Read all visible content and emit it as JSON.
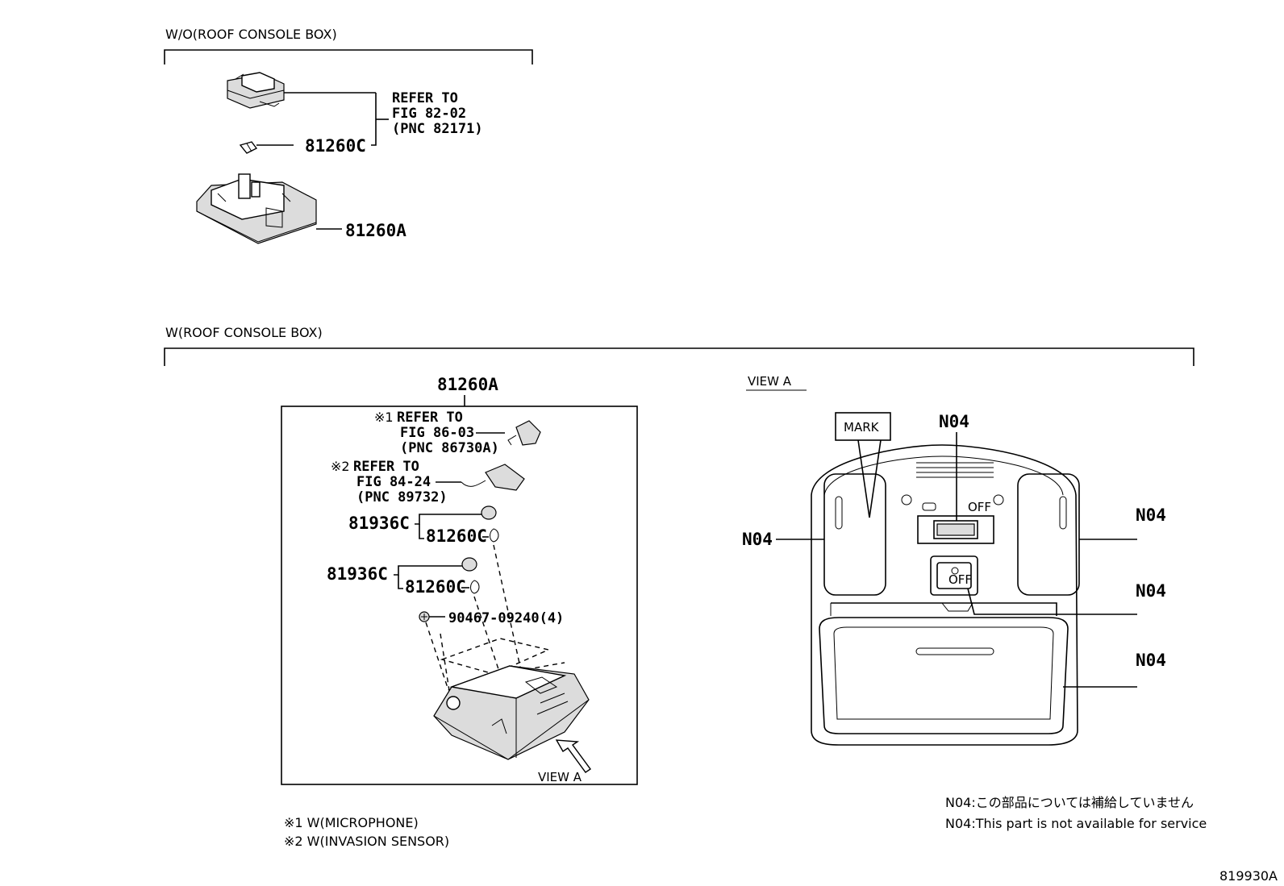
{
  "sections": {
    "wo": {
      "header": "W/O(ROOF CONSOLE BOX)",
      "refer": [
        "REFER TO",
        "FIG 82-02",
        "(PNC 82171)"
      ],
      "bulb_part": "81260C",
      "lamp_part": "81260A"
    },
    "w": {
      "header": "W(ROOF CONSOLE BOX)",
      "assembly_part": "81260A",
      "ref1_mark": "※1",
      "ref1": [
        "REFER TO",
        "FIG 86-03",
        "(PNC 86730A)"
      ],
      "ref2_mark": "※2",
      "ref2": [
        "REFER TO",
        "FIG 84-24",
        "(PNC 89732)"
      ],
      "socket_a": "81936C",
      "bulb_a": "81260C",
      "socket_b": "81936C",
      "bulb_b": "81260C",
      "screw": "90467-09240(4)",
      "view_arrow": "VIEW A"
    }
  },
  "view_a": {
    "title": "VIEW A",
    "mark": "MARK",
    "n04_top": "N04",
    "n04_left": "N04",
    "n04_right1": "N04",
    "n04_right2": "N04",
    "n04_right3": "N04",
    "switch_off": "OFF",
    "button_off": "OFF"
  },
  "footnotes": [
    "※1 W(MICROPHONE)",
    "※2 W(INVASION SENSOR)"
  ],
  "legend": [
    "N04:この部品については補給していません",
    "N04:This part is not available for service"
  ],
  "figure_id": "819930A"
}
